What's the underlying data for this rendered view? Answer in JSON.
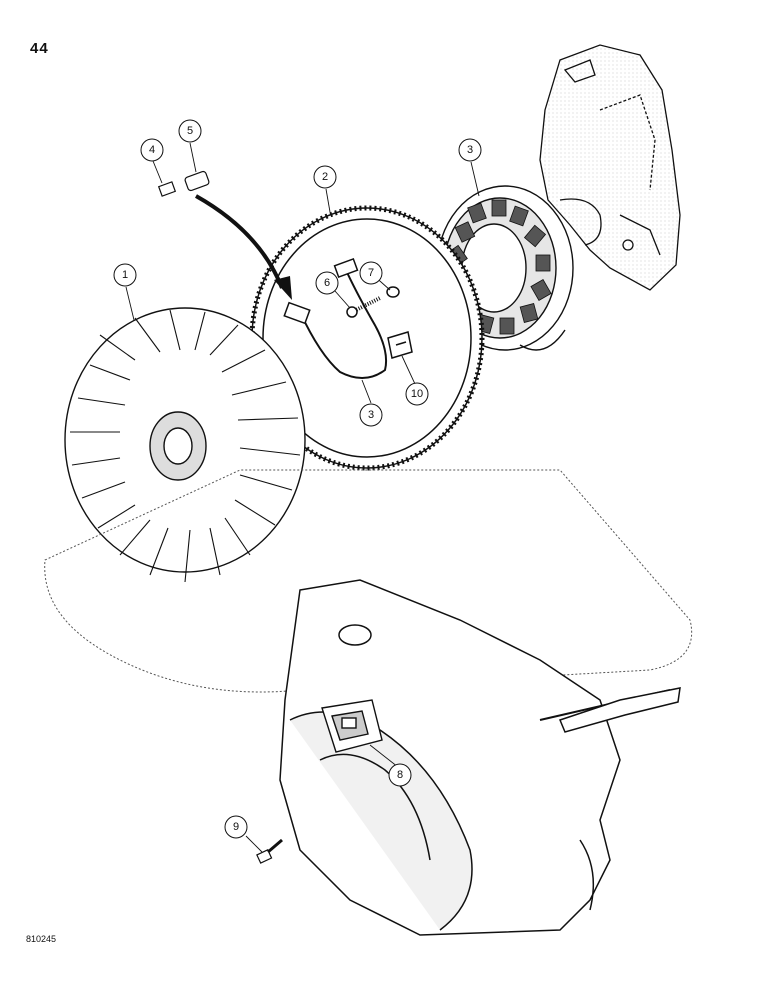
{
  "page": {
    "page_number": "44",
    "drawing_code": "810245"
  },
  "callouts": [
    {
      "id": "1",
      "part": "fan"
    },
    {
      "id": "2",
      "part": "flywheel ring gear"
    },
    {
      "id": "3",
      "part": "stator"
    },
    {
      "id": "3",
      "part": "harness"
    },
    {
      "id": "4",
      "part": "fitting"
    },
    {
      "id": "5",
      "part": "connector"
    },
    {
      "id": "6",
      "part": "screw"
    },
    {
      "id": "7",
      "part": "washer"
    },
    {
      "id": "8",
      "part": "regulator"
    },
    {
      "id": "9",
      "part": "bolt"
    },
    {
      "id": "10",
      "part": "clip"
    }
  ],
  "colors": {
    "ink": "#111111",
    "shade": "#9a9a9a",
    "paper": "#ffffff"
  }
}
